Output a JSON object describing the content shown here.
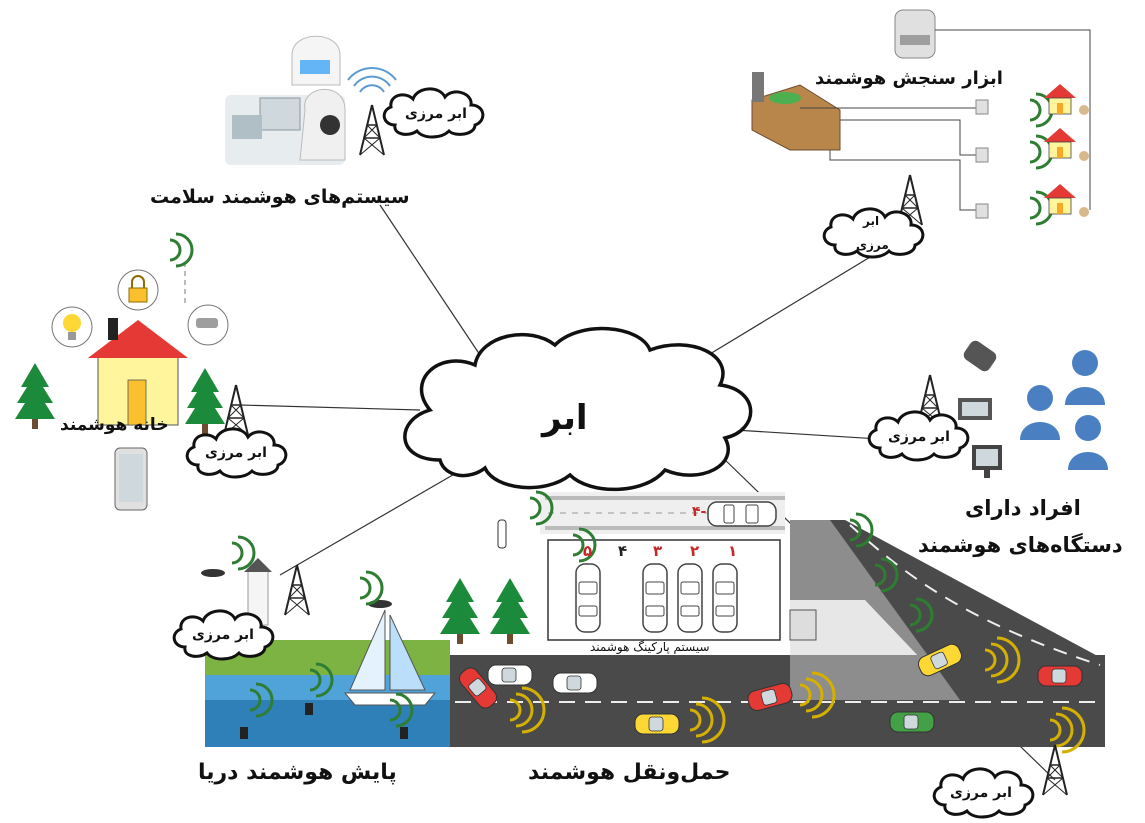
{
  "center_cloud": {
    "label": "ابر"
  },
  "edge_cloud_label": "ابر مرزی",
  "edge_cloud_label_split": {
    "line1": "ابر",
    "line2": "مرزی"
  },
  "scenes": {
    "health": {
      "label": "سیستم‌های هوشمند سلامت"
    },
    "metering": {
      "label": "ابزار سنجش هوشمند"
    },
    "home": {
      "label": "خانه هوشمند"
    },
    "people": {
      "label_line1": "افراد دارای",
      "label_line2": "دستگاه‌های هوشمند"
    },
    "sea": {
      "label": "پایش هوشمند دریا"
    },
    "transport": {
      "label": "حمل‌ونقل هوشمند"
    },
    "parking": {
      "label": "سیستم پارکینگ هوشمند",
      "spots": [
        "۱",
        "۲",
        "۳",
        "۴",
        "۵"
      ],
      "street_spot": "۴-"
    }
  },
  "colors": {
    "road": "#4a4a4a",
    "roof": "#e53935",
    "tree": "#1b8a3a",
    "signal": "#2e7d32",
    "person": "#4a7fc1"
  }
}
